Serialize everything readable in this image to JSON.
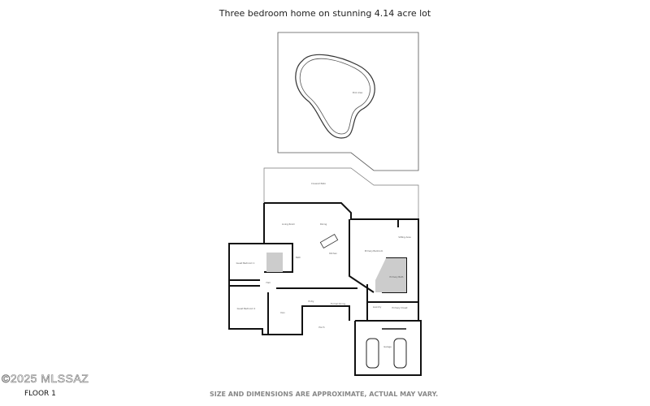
{
  "title": "Three bedroom home on stunning 4.14 acre lot",
  "floor_label": "FLOOR 1",
  "disclaimer": "SIZE AND DIMENSIONS ARE APPROXIMATE, ACTUAL MAY VARY.",
  "watermark": "©2025 MLSSAZ",
  "rooms": [
    "Pool Area",
    "Covered Patio",
    "Living Room",
    "Dining",
    "Kitchen",
    "Primary Bedroom",
    "Sitting Area",
    "Primary Bath",
    "Guest Bedroom 1",
    "Guest Bedroom 2",
    "Bath",
    "Hall",
    "Den",
    "Entry",
    "Formal Dining",
    "Porch",
    "Laundry",
    "Primary Closet",
    "Garage"
  ]
}
